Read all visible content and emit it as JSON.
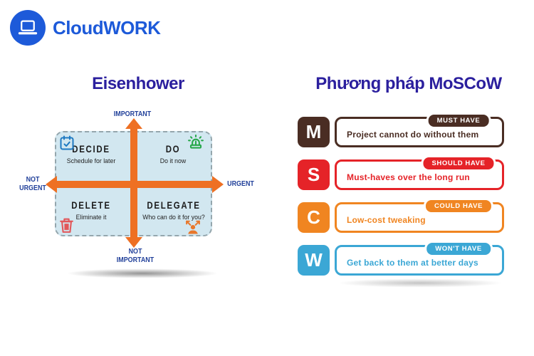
{
  "logo": {
    "text": "CloudWORK",
    "brand_color": "#1d5ad9"
  },
  "eisenhower": {
    "title": "Eisenhower",
    "title_color": "#2b1f9e",
    "axis_color": "#21409a",
    "arrow_color": "#ee7023",
    "matrix_bg": "#d2e7f0",
    "axis": {
      "top": "IMPORTANT",
      "bottom_line1": "NOT",
      "bottom_line2": "IMPORTANT",
      "left_line1": "NOT",
      "left_line2": "URGENT",
      "right": "URGENT"
    },
    "quadrants": [
      {
        "title": "DECIDE",
        "subtitle": "Schedule for later",
        "icon": "calendar-check",
        "icon_color": "#1e7ac2"
      },
      {
        "title": "DO",
        "subtitle": "Do it now",
        "icon": "siren",
        "icon_color": "#27a84b"
      },
      {
        "title": "DELETE",
        "subtitle": "Eliminate it",
        "icon": "trash",
        "icon_color": "#e2575a"
      },
      {
        "title": "DELEGATE",
        "subtitle": "Who can do it for you?",
        "icon": "delegate-person",
        "icon_color": "#e8772b"
      }
    ]
  },
  "moscow": {
    "title": "Phương pháp MoSCoW",
    "title_color": "#2b1f9e",
    "rows": [
      {
        "letter": "M",
        "label": "MUST HAVE",
        "description": "Project cannot do without them",
        "color": "#4a2d23"
      },
      {
        "letter": "S",
        "label": "SHOULD HAVE",
        "description": "Must-haves over the long run",
        "color": "#e52328"
      },
      {
        "letter": "C",
        "label": "COULD HAVE",
        "description": "Low-cost tweaking",
        "color": "#f08521"
      },
      {
        "letter": "W",
        "label": "WON'T HAVE",
        "description": "Get back to them at better days",
        "color": "#3ba7d5"
      }
    ]
  }
}
